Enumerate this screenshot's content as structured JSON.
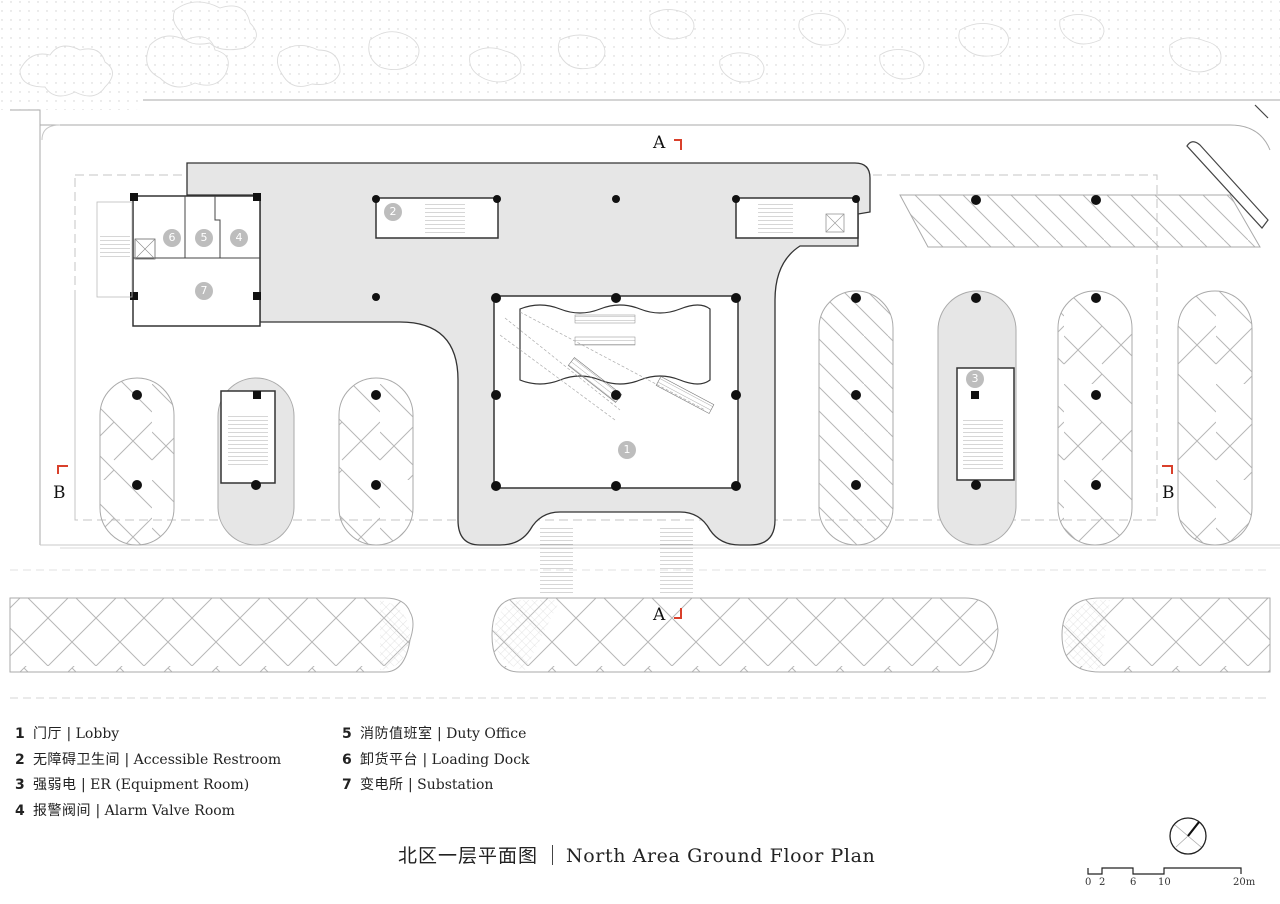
{
  "drawing": {
    "title_zh": "北区一层平面图",
    "title_en": "North Area Ground Floor Plan",
    "section_markers": [
      {
        "id": "A-top",
        "label": "A"
      },
      {
        "id": "A-bottom",
        "label": "A"
      },
      {
        "id": "B-left",
        "label": "B"
      },
      {
        "id": "B-right",
        "label": "B"
      }
    ],
    "room_tags": [
      "1",
      "2",
      "3",
      "4",
      "5",
      "6",
      "7"
    ],
    "colors": {
      "building_fill": "#e6e6e6",
      "wall": "#333333",
      "section_marker": "#d9402b",
      "room_tag": "#bdbdbd",
      "hatch": "#b5b5b5"
    }
  },
  "legend": {
    "left": [
      {
        "num": "1",
        "zh": "门厅",
        "en": "Lobby"
      },
      {
        "num": "2",
        "zh": "无障碍卫生间",
        "en": "Accessible Restroom"
      },
      {
        "num": "3",
        "zh": "强弱电",
        "en": "ER (Equipment Room)"
      },
      {
        "num": "4",
        "zh": "报警阀间",
        "en": "Alarm Valve Room"
      }
    ],
    "right": [
      {
        "num": "5",
        "zh": "消防值班室",
        "en": "Duty Office"
      },
      {
        "num": "6",
        "zh": "卸货平台",
        "en": "Loading Dock"
      },
      {
        "num": "7",
        "zh": "变电所",
        "en": "Substation"
      }
    ],
    "separator": "|"
  },
  "scale_bar": {
    "ticks": [
      "0",
      "2",
      "6",
      "10",
      "20m"
    ]
  },
  "north_arrow": {
    "icon": "north-arrow-icon"
  }
}
